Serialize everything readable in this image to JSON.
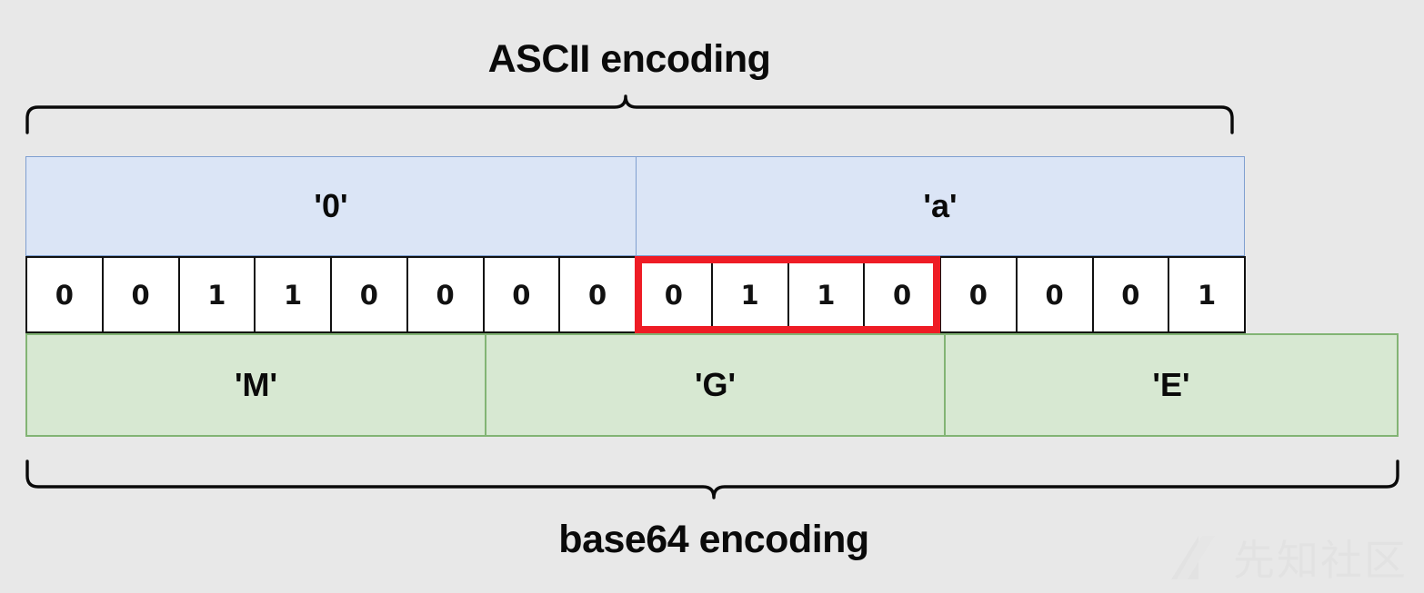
{
  "diagram": {
    "top_label": "ASCII encoding",
    "bottom_label": "base64 encoding",
    "background_color": "#e8e8e8"
  },
  "ascii_row": {
    "fill_color": "#dbe5f6",
    "border_color": "#7f9fd0",
    "cells": [
      {
        "label": "'0'",
        "bits": 8
      },
      {
        "label": "'a'",
        "bits": 8
      }
    ]
  },
  "bit_row": {
    "fill_color": "#ffffff",
    "border_color": "#111111",
    "bits": [
      "0",
      "0",
      "1",
      "1",
      "0",
      "0",
      "0",
      "0",
      "0",
      "1",
      "1",
      "0",
      "0",
      "0",
      "0",
      "1"
    ]
  },
  "highlight": {
    "color": "#ee1c25",
    "start_bit_index": 8,
    "bit_count": 4,
    "bits": [
      "0",
      "1",
      "1",
      "0"
    ]
  },
  "base64_row": {
    "fill_color": "#d7e8d2",
    "border_color": "#82b474",
    "cells": [
      {
        "label": "'M'",
        "bits": 6
      },
      {
        "label": "'G'",
        "bits": 6
      },
      {
        "label": "'E'",
        "bits": 6
      }
    ]
  },
  "watermark": {
    "text": "先知社区"
  }
}
